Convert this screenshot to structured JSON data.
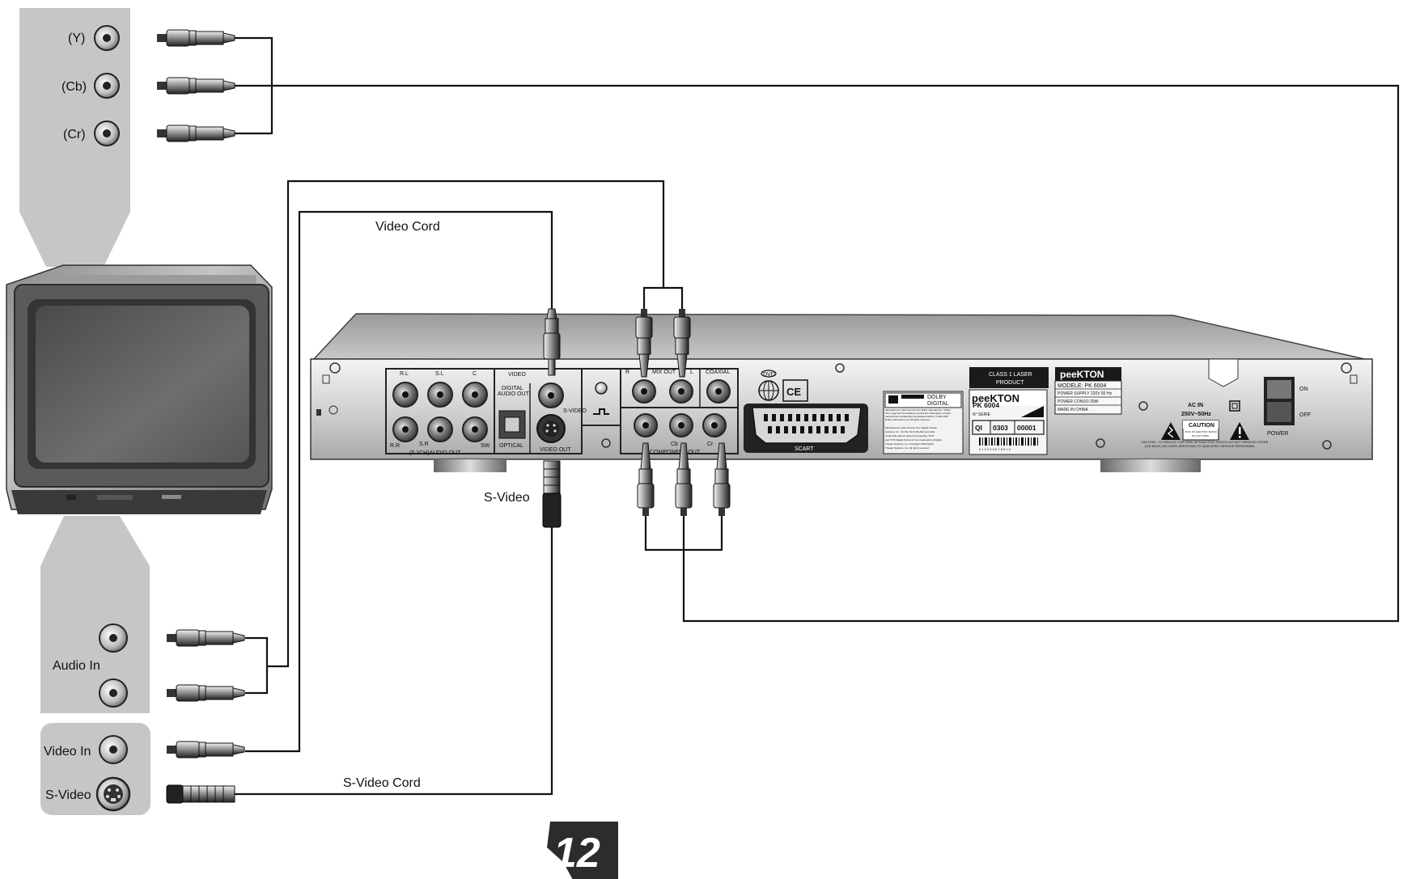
{
  "colors": {
    "panel": "#c8c8c8",
    "line": "#111111",
    "device": "#dadada"
  },
  "tv_component_inputs": [
    "(Y)",
    "(Cb)",
    "(Cr)"
  ],
  "tv_audio_label": "Audio In",
  "tv_video_label": "Video In",
  "tv_svideo_label": "S-Video",
  "cable_labels": {
    "video_cord": "Video Cord",
    "svideo_plug": "S-Video",
    "svideo_cord": "S-Video Cord"
  },
  "player_panel": {
    "audio_top": [
      "R.L",
      "S.L",
      "C"
    ],
    "audio_bottom": [
      "R.R",
      "S.R",
      "SW"
    ],
    "audio_out": "(5.1CH)AUDIO OUT",
    "video": "VIDEO",
    "digital_audio_out": [
      "DIGITAL",
      "AUDIO OUT"
    ],
    "optical": "OPTICAL",
    "svideo": "S-VIDEO",
    "video_out": "VIDEO OUT",
    "mix_out": [
      "R",
      "MIX OUT",
      "L"
    ],
    "coaxial": "COAXIAL",
    "component_labels": [
      "Cb",
      "Cr"
    ],
    "component_out": "COMPONENT OUT",
    "dvd_logo": "DVD",
    "ce_mark": "CE",
    "scart": "SCART",
    "dolby_digital": [
      "DOLBY",
      "DIGITAL"
    ],
    "dolby_notice": [
      "Manufactured under license from Dolby Laboratories. \"Dolby\",",
      "\"Pro Logic\"and the double-D symbol are trademarks of Dolby",
      "Laboratories.Confidential Unpublished Works. ©1992-1997",
      "Dolby Laboratories,Inc.All rights reserved."
    ],
    "dts_notice": [
      "Manufactured under license from Digital Theater",
      "Systems, Inc. US Pat. No.5,451,942 and other",
      "world-wide patents issued and pending.\"DTS\"",
      "and \"DTS Digital Surround\" are trademarks of Digital",
      "Theater Systems, Inc. Copyright 1996 Digital",
      "Theater Systems, Inc. All rights reserved."
    ],
    "laser_label": [
      "CLASS 1 LASER",
      "PRODUCT"
    ],
    "brand": "peeKTON",
    "model_brand": "peeKTON",
    "model": "PK 6004",
    "serie": "N° SERIE",
    "serial": [
      "QI",
      "0303",
      "00001"
    ],
    "barcode_digits": "0 1 2 3 4 5 6 7 8 9 1 0",
    "spec_lines": [
      "MODELE: PK 6004",
      "POWER SUPPLY 220V 50 Hz",
      "POWER CONSO   20W",
      "MADE IN CHINA"
    ],
    "ac_in": "AC IN",
    "ac_spec": "250V~50Hz",
    "caution": "CAUTION",
    "caution_sub": [
      "RISK OF ELECTRIC SHOCK",
      "DO NOT OPEN"
    ],
    "caution_text": [
      "CAUTION : TO REDUCE THE RISK OF ELECTRIC SHOCK DO NOT REMOVE COVER",
      "(OR BACK) NO USER-SERVICING TO QUALIFIED SERVICE PERSONNEL"
    ],
    "power": "POWER",
    "on": "ON",
    "off": "OFF"
  },
  "page_number": "12"
}
